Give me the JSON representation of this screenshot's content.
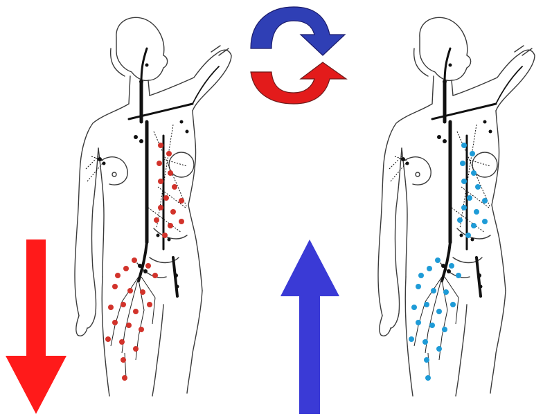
{
  "colors": {
    "background": "#ffffff",
    "outline": "#3a3a3a",
    "vessel": "#111111",
    "node_left": "#d2332b",
    "node_right": "#1e9bd7",
    "arrow_down": "#ff1a1a",
    "arrow_up": "#3a3ad6",
    "cycle_top": "#2f3fb5",
    "cycle_bottom": "#e31b1b"
  },
  "figures": [
    {
      "id": "left",
      "node_color": "red"
    },
    {
      "id": "right",
      "node_color": "blue"
    }
  ],
  "icons": {
    "cycle": "circular-exchange-arrows-icon",
    "arrow_down": "red-down-arrow-icon",
    "arrow_up": "blue-up-arrow-icon"
  }
}
